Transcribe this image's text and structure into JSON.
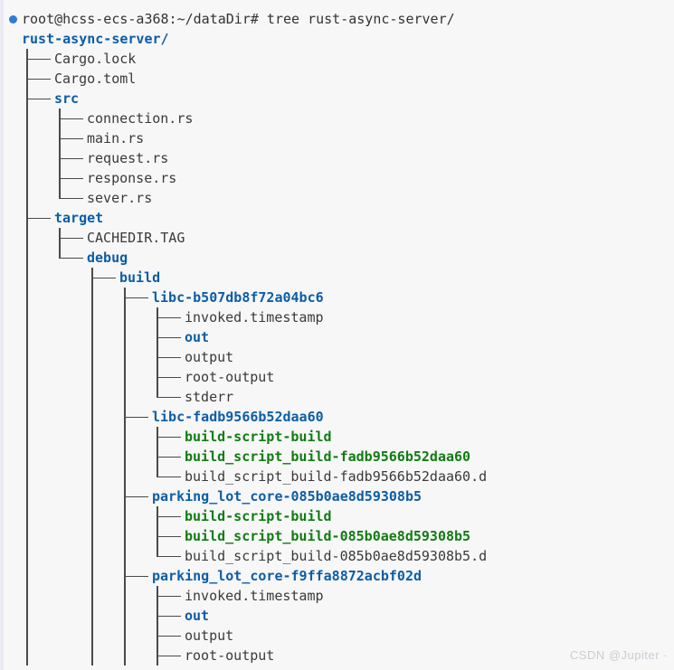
{
  "terminal": {
    "prompt_line": "root@hcss-ecs-a368:~/dataDir# tree rust-async-server/",
    "bullet_icon": "blue-dot"
  },
  "colors": {
    "background": "#f7f7f8",
    "regular_text": "#3a3a3a",
    "directory_text": "#0c5da5",
    "executable_text": "#107c10",
    "tree_line": "#4a4a4a",
    "prompt_bullet": "#2b7cd5",
    "watermark_text": "#c9cdd2"
  },
  "tree": {
    "root_label": "rust-async-server/",
    "rows": [
      {
        "prefix": "",
        "connector": "tee",
        "label": "Cargo.lock",
        "kind": "file"
      },
      {
        "prefix": "",
        "connector": "tee",
        "label": "Cargo.toml",
        "kind": "file"
      },
      {
        "prefix": "",
        "connector": "tee",
        "label": "src",
        "kind": "dir"
      },
      {
        "prefix": "|",
        "connector": "tee",
        "label": "connection.rs",
        "kind": "file"
      },
      {
        "prefix": "|",
        "connector": "tee",
        "label": "main.rs",
        "kind": "file"
      },
      {
        "prefix": "|",
        "connector": "tee",
        "label": "request.rs",
        "kind": "file"
      },
      {
        "prefix": "|",
        "connector": "tee",
        "label": "response.rs",
        "kind": "file"
      },
      {
        "prefix": "|",
        "connector": "elbow",
        "label": "sever.rs",
        "kind": "file"
      },
      {
        "prefix": "",
        "connector": "tee",
        "label": "target",
        "kind": "dir"
      },
      {
        "prefix": "|",
        "connector": "tee",
        "label": "CACHEDIR.TAG",
        "kind": "file"
      },
      {
        "prefix": "|",
        "connector": "elbow",
        "label": "debug",
        "kind": "dir"
      },
      {
        "prefix": "|.",
        "connector": "tee",
        "label": "build",
        "kind": "dir"
      },
      {
        "prefix": "|.|",
        "connector": "tee",
        "label": "libc-b507db8f72a04bc6",
        "kind": "dir"
      },
      {
        "prefix": "|.||",
        "connector": "tee",
        "label": "invoked.timestamp",
        "kind": "file"
      },
      {
        "prefix": "|.||",
        "connector": "tee",
        "label": "out",
        "kind": "dir"
      },
      {
        "prefix": "|.||",
        "connector": "tee",
        "label": "output",
        "kind": "file"
      },
      {
        "prefix": "|.||",
        "connector": "tee",
        "label": "root-output",
        "kind": "file"
      },
      {
        "prefix": "|.||",
        "connector": "elbow",
        "label": "stderr",
        "kind": "file"
      },
      {
        "prefix": "|.|",
        "connector": "tee",
        "label": "libc-fadb9566b52daa60",
        "kind": "dir"
      },
      {
        "prefix": "|.||",
        "connector": "tee",
        "label": "build-script-build",
        "kind": "exec"
      },
      {
        "prefix": "|.||",
        "connector": "tee",
        "label": "build_script_build-fadb9566b52daa60",
        "kind": "exec"
      },
      {
        "prefix": "|.||",
        "connector": "elbow",
        "label": "build_script_build-fadb9566b52daa60.d",
        "kind": "file"
      },
      {
        "prefix": "|.|",
        "connector": "tee",
        "label": "parking_lot_core-085b0ae8d59308b5",
        "kind": "dir"
      },
      {
        "prefix": "|.||",
        "connector": "tee",
        "label": "build-script-build",
        "kind": "exec"
      },
      {
        "prefix": "|.||",
        "connector": "tee",
        "label": "build_script_build-085b0ae8d59308b5",
        "kind": "exec"
      },
      {
        "prefix": "|.||",
        "connector": "elbow",
        "label": "build_script_build-085b0ae8d59308b5.d",
        "kind": "file"
      },
      {
        "prefix": "|.|",
        "connector": "tee",
        "label": "parking_lot_core-f9ffa8872acbf02d",
        "kind": "dir"
      },
      {
        "prefix": "|.||",
        "connector": "tee",
        "label": "invoked.timestamp",
        "kind": "file"
      },
      {
        "prefix": "|.||",
        "connector": "tee",
        "label": "out",
        "kind": "dir"
      },
      {
        "prefix": "|.||",
        "connector": "tee",
        "label": "output",
        "kind": "file"
      },
      {
        "prefix": "|.||",
        "connector": "tee",
        "label": "root-output",
        "kind": "file"
      }
    ]
  },
  "watermark": "CSDN @Jupiter ·"
}
